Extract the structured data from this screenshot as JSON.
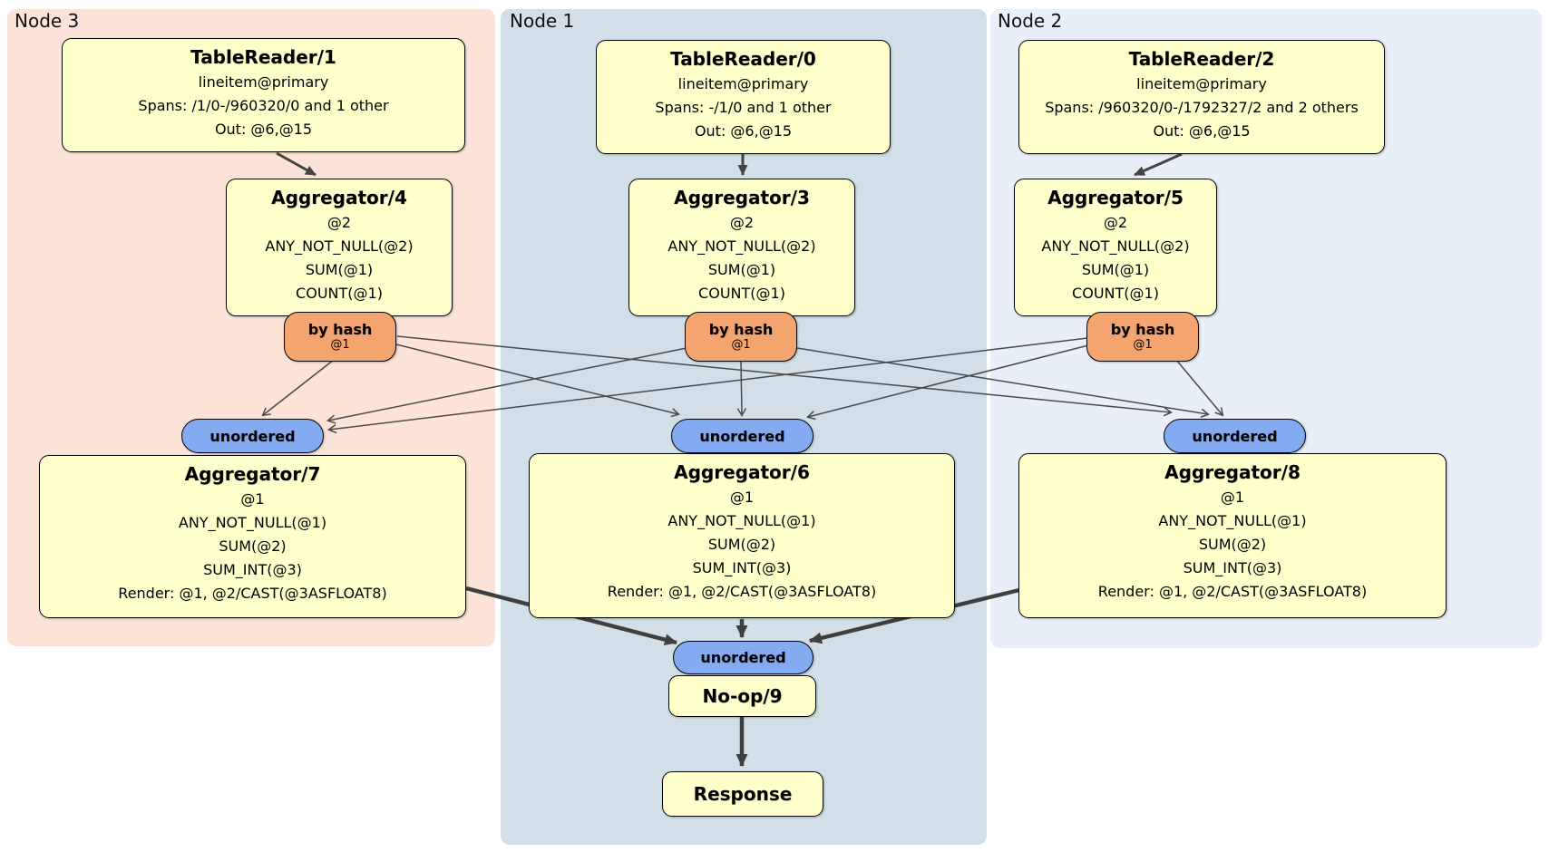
{
  "regions": {
    "node3": {
      "label": "Node 3"
    },
    "node1": {
      "label": "Node 1"
    },
    "node2": {
      "label": "Node 2"
    }
  },
  "processors": {
    "tablereader1": {
      "title": "TableReader/1",
      "lines": [
        "lineitem@primary",
        "Spans: /1/0-/960320/0 and 1 other",
        "Out: @6,@15"
      ]
    },
    "tablereader0": {
      "title": "TableReader/0",
      "lines": [
        "lineitem@primary",
        "Spans: -/1/0 and 1 other",
        "Out: @6,@15"
      ]
    },
    "tablereader2": {
      "title": "TableReader/2",
      "lines": [
        "lineitem@primary",
        "Spans: /960320/0-/1792327/2 and 2 others",
        "Out: @6,@15"
      ]
    },
    "aggregator4": {
      "title": "Aggregator/4",
      "lines": [
        "@2",
        "ANY_NOT_NULL(@2)",
        "SUM(@1)",
        "COUNT(@1)"
      ]
    },
    "aggregator3": {
      "title": "Aggregator/3",
      "lines": [
        "@2",
        "ANY_NOT_NULL(@2)",
        "SUM(@1)",
        "COUNT(@1)"
      ]
    },
    "aggregator5": {
      "title": "Aggregator/5",
      "lines": [
        "@2",
        "ANY_NOT_NULL(@2)",
        "SUM(@1)",
        "COUNT(@1)"
      ]
    },
    "aggregator7": {
      "title": "Aggregator/7",
      "lines": [
        "@1",
        "ANY_NOT_NULL(@1)",
        "SUM(@2)",
        "SUM_INT(@3)",
        "Render: @1, @2/CAST(@3ASFLOAT8)"
      ]
    },
    "aggregator6": {
      "title": "Aggregator/6",
      "lines": [
        "@1",
        "ANY_NOT_NULL(@1)",
        "SUM(@2)",
        "SUM_INT(@3)",
        "Render: @1, @2/CAST(@3ASFLOAT8)"
      ]
    },
    "aggregator8": {
      "title": "Aggregator/8",
      "lines": [
        "@1",
        "ANY_NOT_NULL(@1)",
        "SUM(@2)",
        "SUM_INT(@3)",
        "Render: @1, @2/CAST(@3ASFLOAT8)"
      ]
    },
    "noop9": {
      "title": "No-op/9"
    },
    "response": {
      "title": "Response"
    }
  },
  "routers": {
    "by_hash": {
      "label": "by hash",
      "detail": "@1"
    }
  },
  "synchronizers": {
    "unordered": {
      "label": "unordered"
    }
  },
  "colors": {
    "processor_fill": "#ffffcc",
    "router_fill": "#f4a46f",
    "sync_fill": "#84abf1",
    "node3_bg": "#fce3d7",
    "node1_bg": "#d2dfe8",
    "node2_bg": "#e9eff9",
    "edge_thin": "#4a4a4a",
    "edge_thick": "#3f3f3f"
  }
}
